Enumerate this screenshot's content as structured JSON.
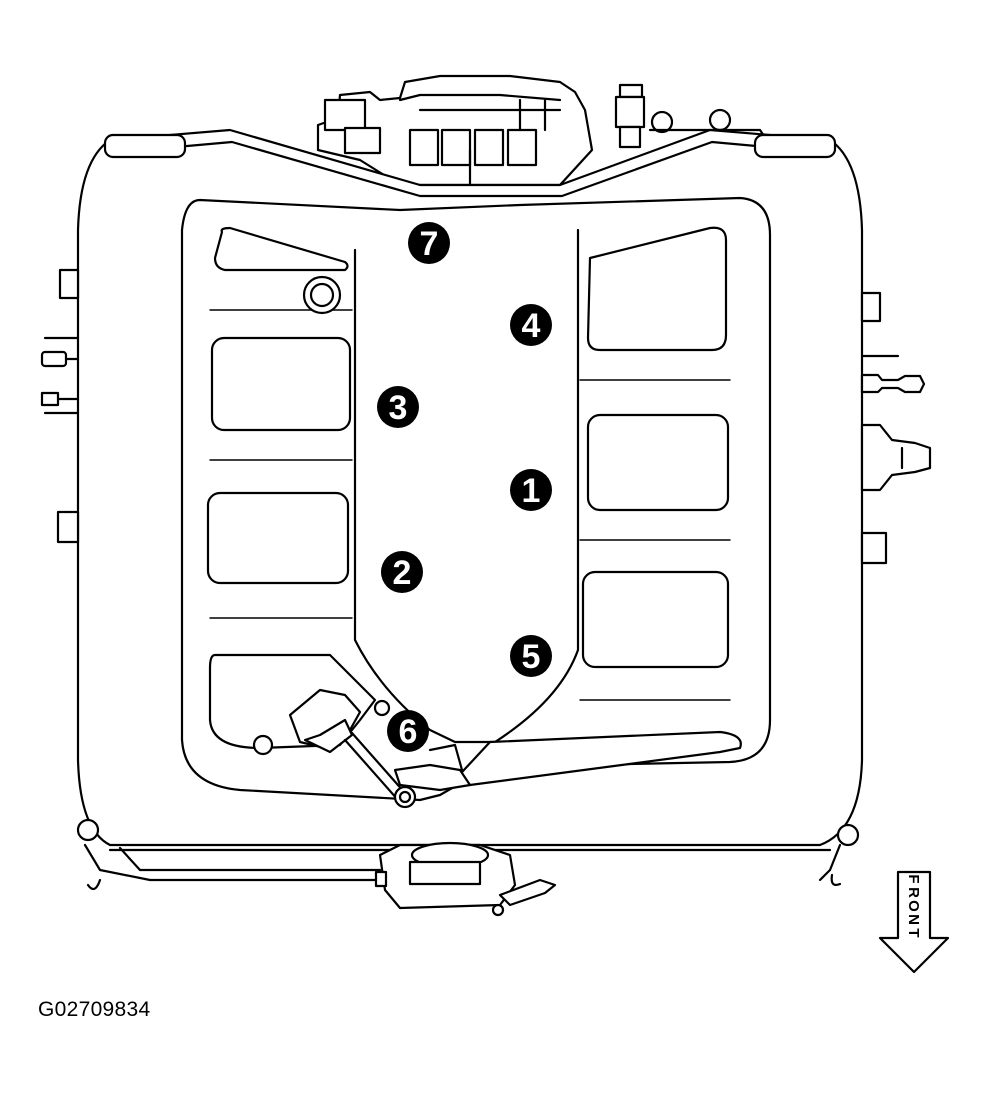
{
  "figure": {
    "code": "G02709834",
    "front_label": "FRONT"
  },
  "callouts": [
    {
      "number": "1"
    },
    {
      "number": "2"
    },
    {
      "number": "3"
    },
    {
      "number": "4"
    },
    {
      "number": "5"
    },
    {
      "number": "6"
    },
    {
      "number": "7"
    }
  ],
  "colors": {
    "line": "#000000",
    "background": "#ffffff"
  }
}
